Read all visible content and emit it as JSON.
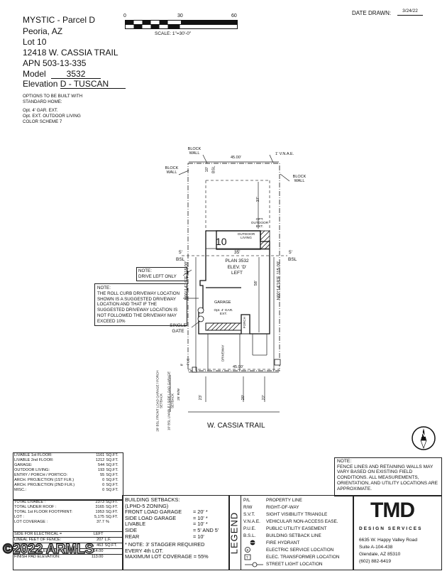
{
  "header": {
    "project": "MYSTIC - Parcel D",
    "city": "Peoria, AZ",
    "lot_label": "Lot",
    "lot_number": "10",
    "address": "12418 W. CASSIA TRAIL",
    "apn_label": "APN",
    "apn": "503-13-335",
    "model_label": "Model",
    "model": "3532",
    "elevation_label": "Elevation",
    "elevation": "D - TUSCAN",
    "options_heading": "OPTIONS TO BE BUILT WITH STANDARD HOME:",
    "options": [
      "Opt. 4' GAR. EXT.",
      "Opt. EXT. OUTDOOR LIVING",
      "COLOR SCHEME 7"
    ],
    "date_label": "DATE DRAWN:",
    "date": "3/24/22"
  },
  "scale": {
    "ticks": [
      "0",
      "30",
      "60"
    ],
    "label": "SCALE: 1\"=30'-0\""
  },
  "plan": {
    "block_wall_left_top": "BLOCK WALL",
    "block_wall_top": "BLOCK WALL",
    "block_wall_right": "BLOCK WALL",
    "vnae": "1' V.N.A.E.",
    "top_width": "45.00'",
    "rear_setback": "10'",
    "rear_bsl": "BSL",
    "rear_depth": "37'",
    "opt_outdoor": "OPT. OUTDOOR EXT.",
    "outdoor_living": "OUTDOOR LIVING",
    "lot_number": "10",
    "side_left": "5'",
    "side_right": "5'",
    "bsl_left": "BSL",
    "bsl_right": "BSL",
    "house_width": "35'",
    "plan_line1": "PLAN 3532",
    "plan_line2": "ELEV. 'D'",
    "plan_line3": "LEFT",
    "house_depth": "58'",
    "bearing_left": "N00°14'18\"E 115.00'",
    "bearing_right": "N00°14'18\"E 115.00'",
    "garage": "GARAGE",
    "garage_ext": "Opt. 4' GAR. EXT.",
    "porch": "PORCH",
    "driveway": "DRIVEWAY",
    "note_drive_title": "NOTE:",
    "note_drive": "DRIVE LEFT ONLY",
    "note_roll_title": "NOTE:",
    "note_roll": "THE ROLL CURB DRIVEWAY LOCATION SHOWN IS A SUGGESTED DRIVEWAY LOCATION AND THAT IF THE SUGGESTED DRIVEWAY LOCATION IS NOT FOLLOWED THE DRIVEWAY MAY EXCEED 10%",
    "single_gate": "SINGLE GATE",
    "pue": "PUE",
    "pue_dim": "8'",
    "bottom_width": "45.00'",
    "setback_front_porch": "20' BSL FRONT LOAD GARAGE / PORCH SETBACK",
    "setback_side_load": "10' BSL LIVABLE / SIDE LOAD GARAGE SETBACK",
    "row": "25' R/W",
    "dim_23": "23'",
    "dim_20": "20'",
    "dim_22": "22'",
    "street": "W. CASSIA TRAIL",
    "north": "N"
  },
  "stats": {
    "top": [
      {
        "label": "LIVABLE 1st FLOOR:",
        "value": "1161",
        "unit": "SQ.FT."
      },
      {
        "label": "LIVABLE 2nd FLOOR:",
        "value": "1212",
        "unit": "SQ.FT."
      },
      {
        "label": "GARAGE:",
        "value": "544",
        "unit": "SQ.FT."
      },
      {
        "label": "OUTDOOR LIVING:",
        "value": "193",
        "unit": "SQ.FT."
      },
      {
        "label": "ENTRY / PORCH / PORTICO:",
        "value": "55",
        "unit": "SQ.FT."
      },
      {
        "label": "ARCH. PROJECTION (1ST FLR.)",
        "value": "0",
        "unit": "SQ.FT."
      },
      {
        "label": "ARCH. PROJECTION (2ND FLR.)",
        "value": "0",
        "unit": "SQ.FT."
      },
      {
        "label": "MISC.:",
        "value": "0",
        "unit": "SQ.FT."
      }
    ],
    "bottom": [
      {
        "label": "TOTAL LIVABLE :",
        "value": "2373",
        "unit": "SQ.FT."
      },
      {
        "label": "TOTAL UNDER ROOF :",
        "value": "3165",
        "unit": "SQ.FT."
      },
      {
        "label": "TOTAL 1st FLOOR FOOTPRINT:",
        "value": "1953",
        "unit": "SQ.FT."
      },
      {
        "label": "LOT :",
        "value": "5,175",
        "unit": "SQ.FT."
      },
      {
        "label": "LOT COVERAGE :",
        "value": "37.7",
        "unit": "%"
      }
    ],
    "electrical": [
      {
        "label": "SIDE FOR ELECTRICAL =",
        "value": "LEFT",
        "unit": ""
      },
      {
        "label": "LINEAL FEET OF FENCE:",
        "value": "207",
        "unit": "L.F."
      },
      {
        "label": "SOD AREA:",
        "value": "463",
        "unit": "SQ.FT."
      },
      {
        "label": "FINISH FLOOR ELEVATION:",
        "value": "114.00",
        "unit": ""
      },
      {
        "label": "FINISH PAD ELEVATION:",
        "value": "113.00",
        "unit": ""
      }
    ]
  },
  "setbacks": {
    "title": "BUILDING SETBACKS:",
    "zoning": "(LPHD-5 ZONING)",
    "rows": [
      {
        "label": "FRONT LOAD GARAGE",
        "value": "= 20' *"
      },
      {
        "label": "SIDE LOAD GARAGE",
        "value": "= 10' *"
      },
      {
        "label": "LIVABLE",
        "value": "= 10' *"
      },
      {
        "label": "SIDE",
        "value": "= 5' AND 5'"
      },
      {
        "label": "REAR",
        "value": "= 10'"
      }
    ],
    "note1": "* NOTE: 3' STAGGER REQUIRED",
    "note2": "EVERY 4th LOT.",
    "max_coverage": "MAXIMUM LOT COVERAGE = 55%"
  },
  "legend": {
    "title": "LEGEND",
    "items": [
      {
        "abbr": "P/L",
        "desc": "PROPERTY LINE"
      },
      {
        "abbr": "R/W",
        "desc": "RIGHT-OF-WAY"
      },
      {
        "abbr": "S.V.T.",
        "desc": "SIGHT VISIBILITY TRIANGLE"
      },
      {
        "abbr": "V.N.A.E.",
        "desc": "VEHICULAR NON-ACCESS EASE."
      },
      {
        "abbr": "P.U.E.",
        "desc": "PUBLIC UTILITY EASEMENT"
      },
      {
        "abbr": "B.S.L.",
        "desc": "BUILDING SETBACK LINE"
      },
      {
        "abbr": "",
        "desc": "FIRE HYDRANT"
      },
      {
        "abbr": "",
        "desc": "ELECTRIC SERVICE LOCATION"
      },
      {
        "abbr": "",
        "desc": "ELEC. TRANSFORMER LOCATION"
      },
      {
        "abbr": "",
        "desc": "STREET LIGHT LOCATION"
      }
    ]
  },
  "disclaimer": {
    "title": "NOTE:",
    "text": "FENCE LINES AND RETAINING WALLS MAY VARY BASED ON EXISTING FIELD CONDITIONS. ALL MEASUREMENTS, ORIENTATION, AND UTILITY LOCATIONS ARE APPROXIMATE."
  },
  "company": {
    "logo": "TMD",
    "subtitle": "DESIGN SERVICES",
    "address1": "6635 W. Happy Valley Road",
    "address2": "Suite A-104-438",
    "address3": "Glendale, AZ 85310",
    "phone": "(602) 882-6419"
  },
  "watermark": "©2022 ARMLS"
}
